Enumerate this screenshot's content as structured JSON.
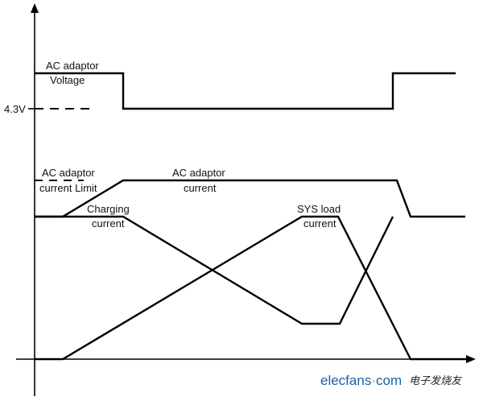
{
  "labels": {
    "ac_adaptor_voltage_line1": "AC adaptor",
    "ac_adaptor_voltage_line2": "Voltage",
    "voltage_threshold": "4.3V",
    "current_limit_line1": "AC adaptor",
    "current_limit_line2": "current Limit",
    "ac_adaptor_current_line1": "AC adaptor",
    "ac_adaptor_current_line2": "current",
    "charging_current_line1": "Charging",
    "charging_current_line2": "current",
    "sys_load_current_line1": "SYS load",
    "sys_load_current_line2": "current"
  },
  "watermark": {
    "brand_part1": "elecfans",
    "brand_dot": "·",
    "brand_part2": "com",
    "chinese": "电子发烧友"
  },
  "colors": {
    "line": "#000000",
    "brand_blue": "#1d5fa8",
    "brand_orange": "#e86a1c"
  }
}
